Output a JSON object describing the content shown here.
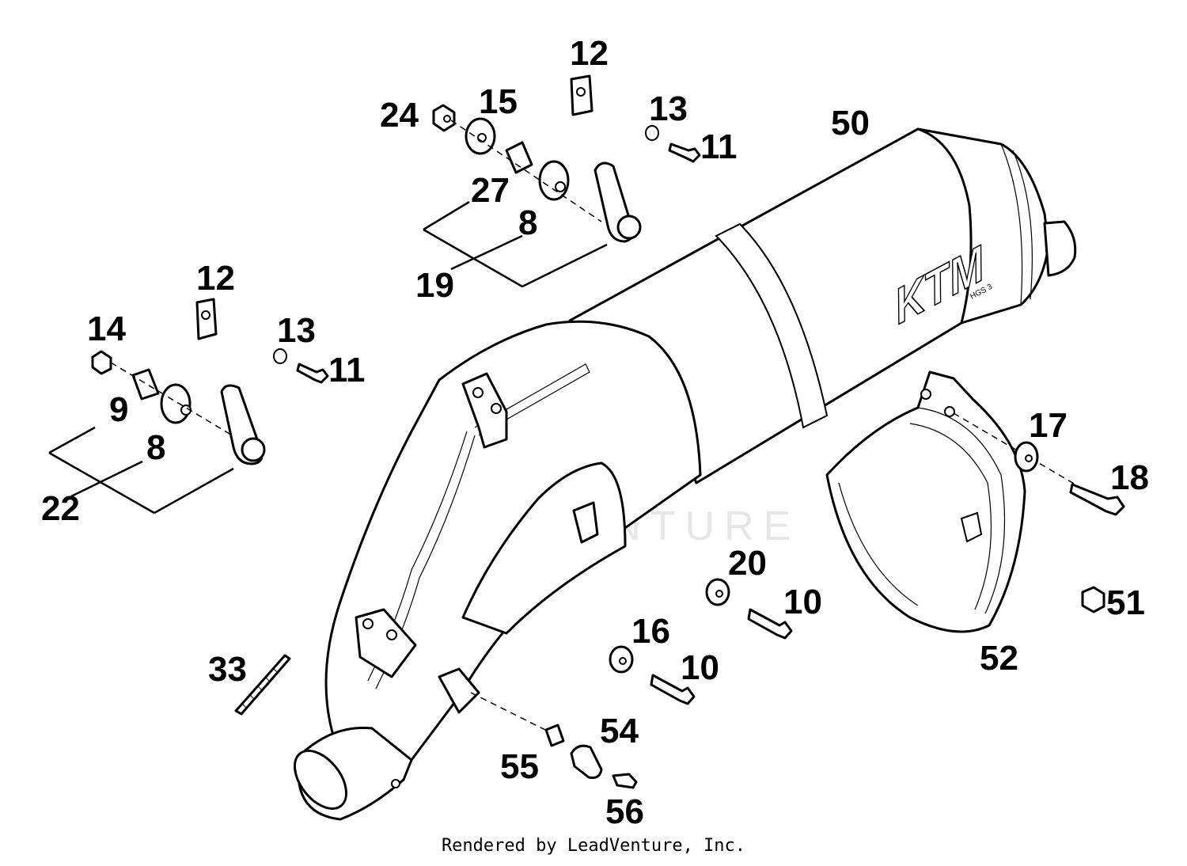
{
  "callouts": {
    "c12a": "12",
    "c24": "24",
    "c15": "15",
    "c13a": "13",
    "c11a": "11",
    "c50": "50",
    "c27": "27",
    "c8a": "8",
    "c19": "19",
    "c12b": "12",
    "c14": "14",
    "c13b": "13",
    "c11b": "11",
    "c9": "9",
    "c8b": "8",
    "c22": "22",
    "c17": "17",
    "c18": "18",
    "c20": "20",
    "c10a": "10",
    "c51": "51",
    "c52": "52",
    "c16": "16",
    "c10b": "10",
    "c33": "33",
    "c54": "54",
    "c55": "55",
    "c56": "56"
  },
  "muffler_brand": "KTM",
  "muffler_model": "HGS 3",
  "watermark_text": "LEADVENTURE",
  "credit": "Rendered by LeadVenture, Inc."
}
